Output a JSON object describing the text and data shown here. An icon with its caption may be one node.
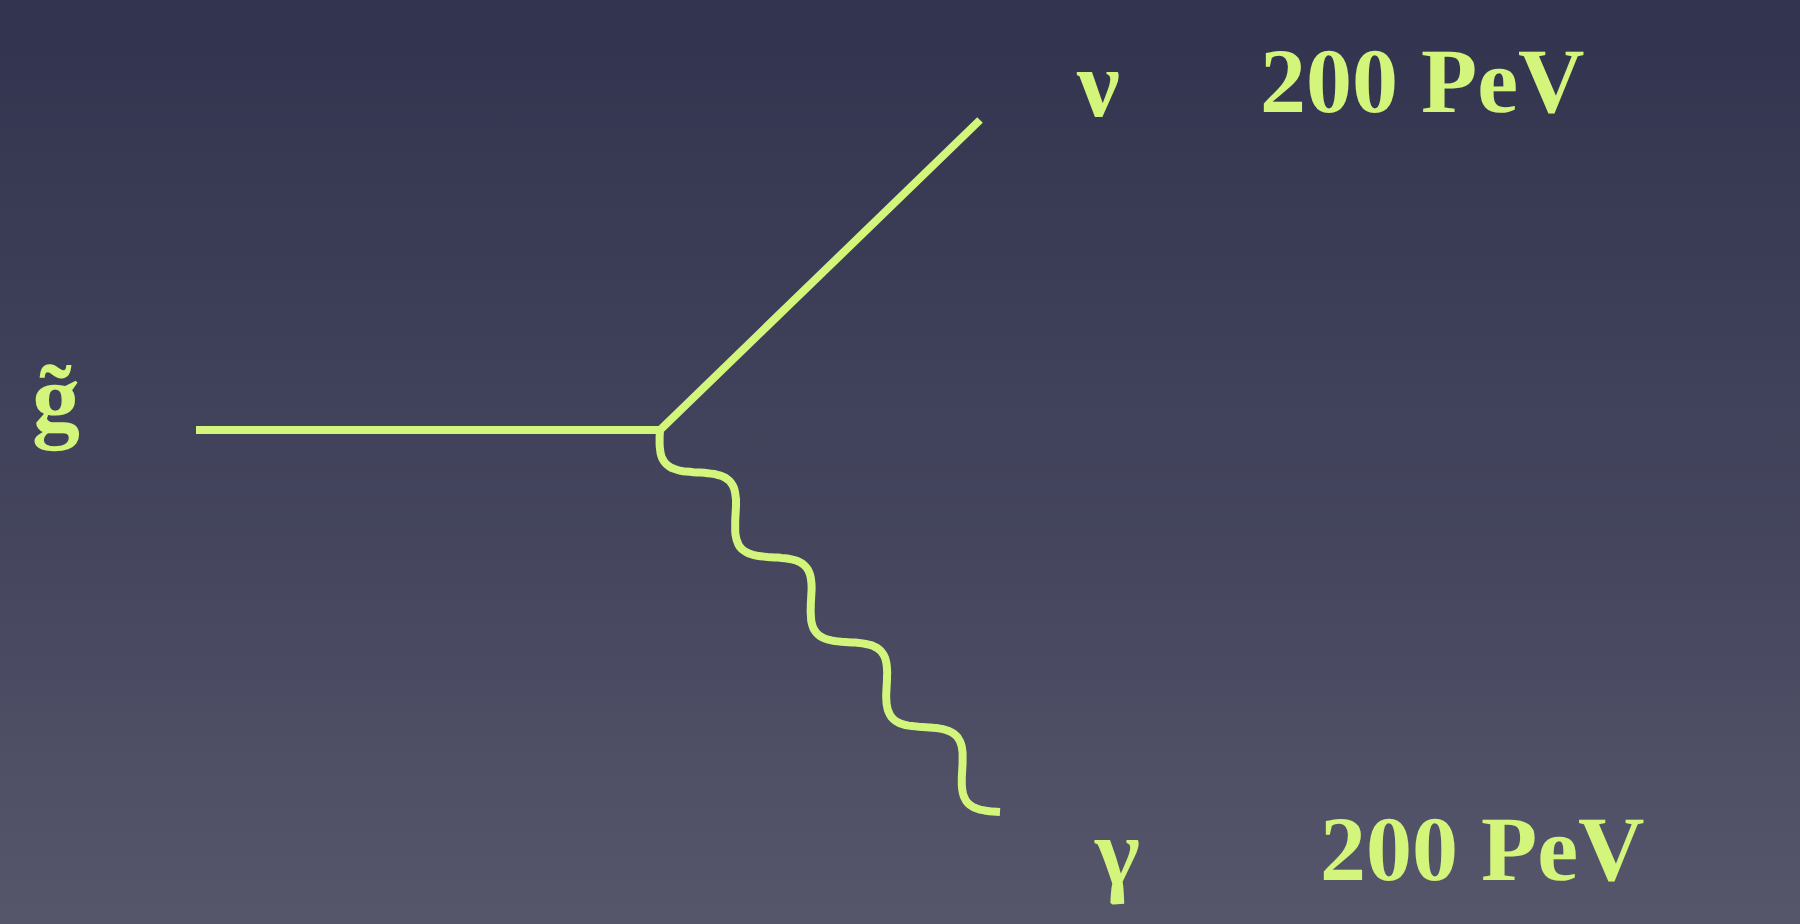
{
  "diagram": {
    "nodes": [
      {
        "text": [
          "g̃"
        ]
      },
      {
        "text": [
          "ν"
        ],
        "beside": [
          "200 PeV"
        ]
      },
      {
        "text": [
          "γ"
        ],
        "beside": [
          "200 PeV"
        ]
      }
    ],
    "edges": [
      {
        "from": 0,
        "to": 1,
        "arrow": "none"
      },
      {
        "from": 0,
        "to": 2,
        "arrow": "none"
      }
    ]
  }
}
